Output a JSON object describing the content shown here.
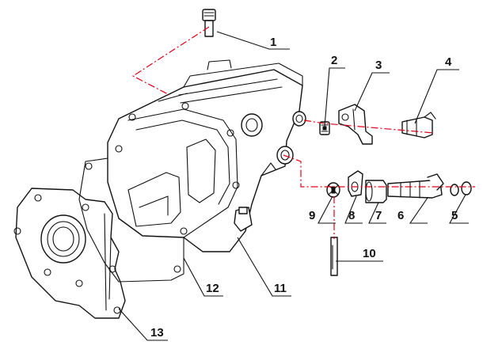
{
  "diagram": {
    "type": "exploded-parts-diagram",
    "callouts": [
      "1",
      "2",
      "3",
      "4",
      "5",
      "6",
      "7",
      "8",
      "9",
      "10",
      "11",
      "12",
      "13"
    ],
    "colors": {
      "line": "#111111",
      "centerline": "#e0001a",
      "background": "#ffffff"
    }
  }
}
